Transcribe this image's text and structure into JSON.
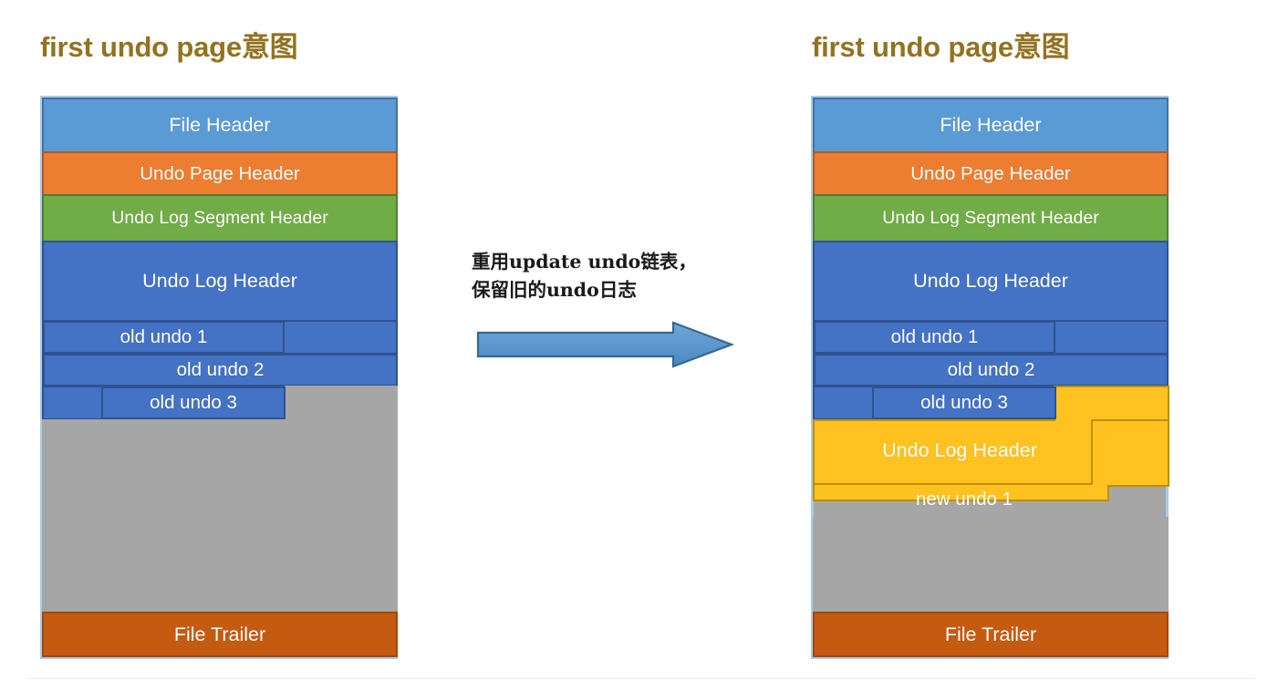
{
  "left_panel": {
    "title": "first undo page意图",
    "blocks": [
      {
        "label": "File Header",
        "role": "file-header"
      },
      {
        "label": "Undo Page Header",
        "role": "undo-page-header"
      },
      {
        "label": "Undo Log Segment Header",
        "role": "undo-log-segment-header"
      },
      {
        "label": "Undo Log Header",
        "role": "undo-log-header"
      },
      {
        "label": "old undo 1",
        "role": "old-undo-1"
      },
      {
        "label": "old undo 2",
        "role": "old-undo-2"
      },
      {
        "label": "old undo 3",
        "role": "old-undo-3"
      },
      {
        "label": "File Trailer",
        "role": "file-trailer"
      }
    ]
  },
  "right_panel": {
    "title": "first undo page意图",
    "blocks": [
      {
        "label": "File Header",
        "role": "file-header"
      },
      {
        "label": "Undo Page Header",
        "role": "undo-page-header"
      },
      {
        "label": "Undo Log Segment Header",
        "role": "undo-log-segment-header"
      },
      {
        "label": "Undo Log Header",
        "role": "undo-log-header"
      },
      {
        "label": "old undo 1",
        "role": "old-undo-1"
      },
      {
        "label": "old undo 2",
        "role": "old-undo-2"
      },
      {
        "label": "old undo 3",
        "role": "old-undo-3"
      },
      {
        "label": "Undo Log Header",
        "role": "new-undo-log-header"
      },
      {
        "label": "new undo 1",
        "role": "new-undo-1"
      },
      {
        "label": "File Trailer",
        "role": "file-trailer"
      }
    ]
  },
  "transition": {
    "caption": "重用update undo链表，\n保留旧的undo日志",
    "arrow": "right-arrow"
  },
  "colors": {
    "title": "#927220",
    "file_header": "#5B9BD5",
    "undo_page_header": "#ED7D31",
    "undo_log_segment_header": "#70AD47",
    "undo_log_header": "#4472C4",
    "new_undo_yellow": "#FFC220",
    "free_space": "#A6A6A6",
    "file_trailer": "#C55A11",
    "arrow": "#5B9BD5",
    "page_border": "#A9CBE8"
  }
}
